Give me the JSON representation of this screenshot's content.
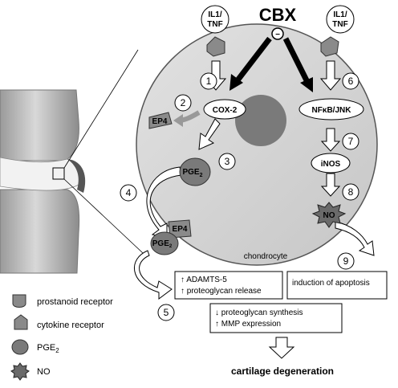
{
  "inhibitor": {
    "label": "CBX",
    "sign": "−"
  },
  "cytokine_inputs": [
    {
      "id": "left",
      "label_line1": "IL1/",
      "label_line2": "TNF"
    },
    {
      "id": "right",
      "label_line1": "IL1/",
      "label_line2": "TNF"
    }
  ],
  "nodes": {
    "cox2": "COX-2",
    "nfkb": "NFκB/JNK",
    "inos": "iNOS",
    "ep4_top": "EP4",
    "ep4_bottom": "EP4",
    "pge2": "PGE",
    "pge2_sub": "2",
    "pge2_bound": "PGE",
    "pge2_bound_sub": "2",
    "no": "NO",
    "cell_label": "chondrocyte"
  },
  "step_numbers": [
    "1",
    "2",
    "3",
    "4",
    "5",
    "6",
    "7",
    "8",
    "9"
  ],
  "outcomes": {
    "box_left_line1": "↑ ADAMTS-5",
    "box_left_line2": "↑ proteoglycan release",
    "box_right": "induction of apoptosis",
    "box_bottom_line1": "↓ proteoglycan synthesis",
    "box_bottom_line2": "↑ MMP expression",
    "final": "cartilage degeneration"
  },
  "legend": [
    {
      "icon": "prostanoid-receptor-icon",
      "label": "prostanoid receptor"
    },
    {
      "icon": "cytokine-receptor-icon",
      "label": "cytokine receptor"
    },
    {
      "icon": "pge2-icon",
      "label": "PGE",
      "sub": "2"
    },
    {
      "icon": "no-icon",
      "label": "NO"
    }
  ],
  "colors": {
    "cell_fill": "#d4d4d4",
    "nucleus_fill": "#7a7a7a",
    "receptor_fill": "#8a8a8a",
    "arrow_fill": "#ffffff",
    "inhibition_arrow": "#000000"
  }
}
